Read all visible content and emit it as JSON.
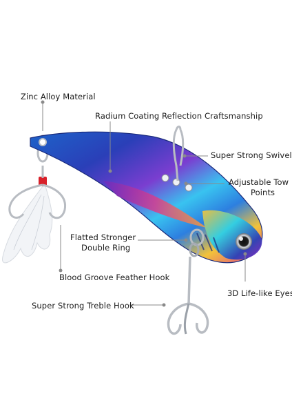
{
  "image": {
    "subject": "vib-blade-metal-lure",
    "background_color": "#ffffff",
    "colors": {
      "body_blue": "#2a3fb8",
      "body_purple": "#8a3ec9",
      "body_cyan": "#39c3f0",
      "body_gold": "#f2c23a",
      "body_pink": "#e0428c",
      "hook_silver": "#b8bcc2",
      "feather_white": "#f2f4f7",
      "thread_red": "#d8202a",
      "leader_line": "#8a8a8a"
    }
  },
  "callouts": {
    "zinc": "Zinc Alloy Material",
    "radium": "Radium Coating Reflection Craftsmanship",
    "swivel": "Super Strong Swivel",
    "tow_1": "Adjustable Tow",
    "tow_2": "Points",
    "ring_1": "Flatted Stronger",
    "ring_2": "Double Ring",
    "feather": "Blood Groove Feather Hook",
    "eyes": "3D Life-like Eyes",
    "treble": "Super Strong Treble Hook"
  }
}
